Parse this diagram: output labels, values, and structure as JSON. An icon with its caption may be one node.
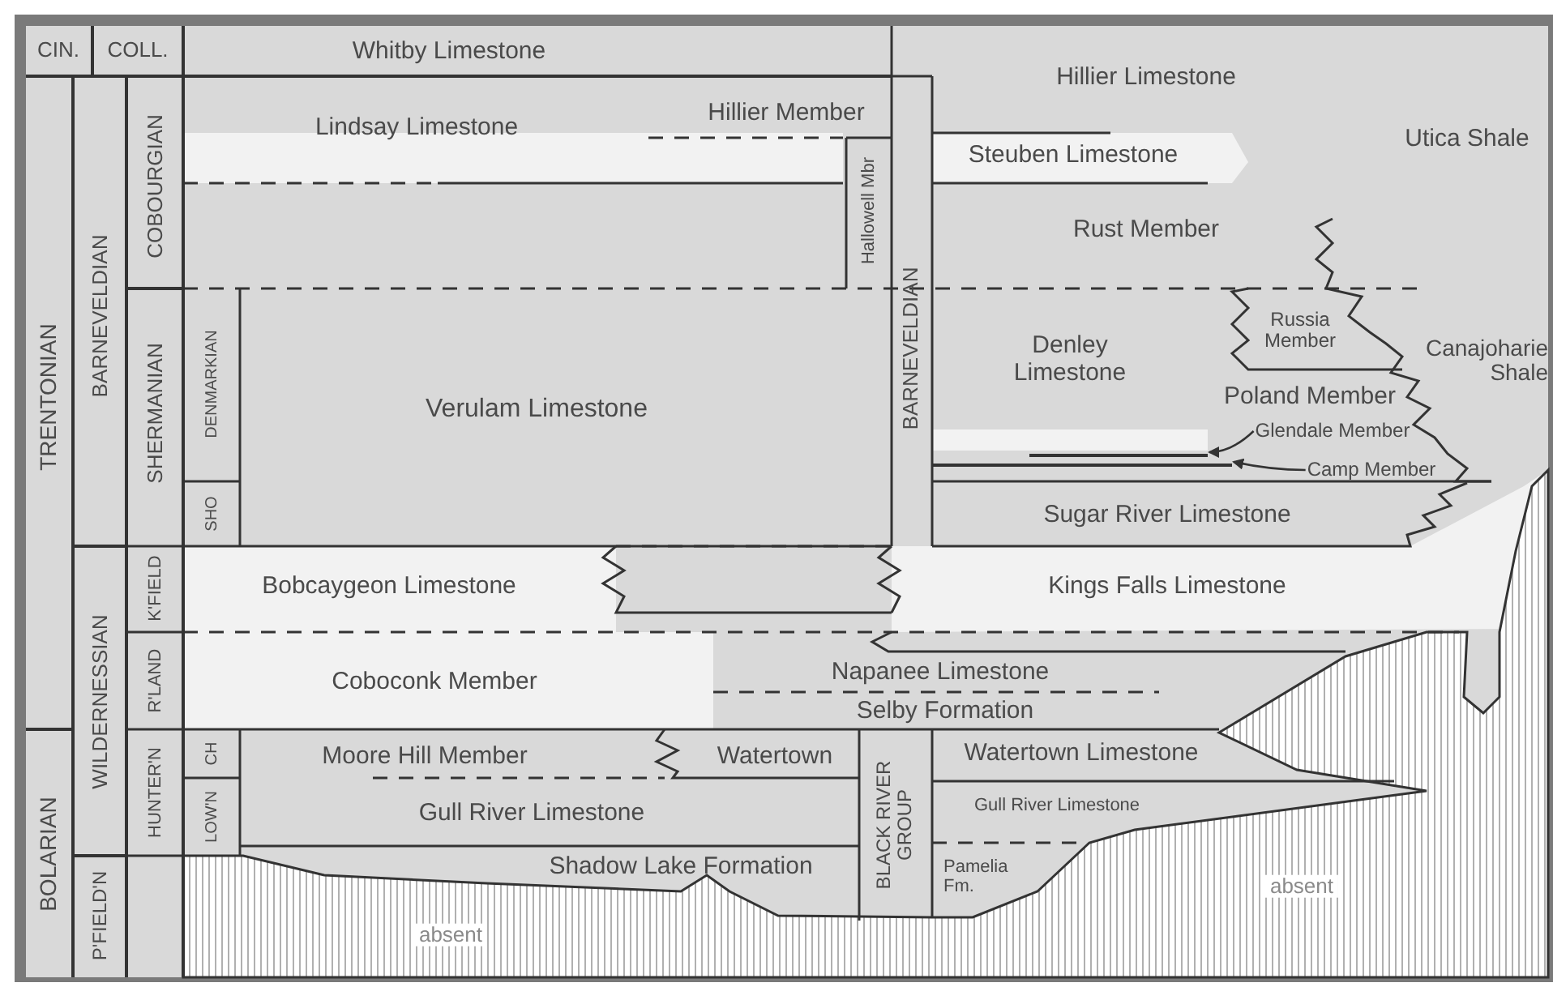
{
  "diagram": {
    "nodes": [
      {
        "text": [
          "Glendale Member"
        ]
      },
      {
        "text": [
          "Camp Member"
        ]
      },
      {
        "text": [],
        "shape": "bar"
      },
      {
        "text": [],
        "shape": "bar"
      }
    ],
    "edges": [
      {
        "from": 0,
        "to": 2,
        "arrow": "to"
      },
      {
        "from": 1,
        "to": 3,
        "arrow": "to"
      }
    ],
    "labels": [
      "CIN.",
      "COLL.",
      "Whitby Limestone",
      "Hillier Limestone",
      "Hillier Member",
      "Lindsay Limestone",
      "Utica Shale",
      "Steuben Limestone",
      "Hallowell Mbr",
      "TRENTONIAN",
      "BARNEVELDIAN",
      "COBOURGIAN",
      "Rust Member",
      "SHERMANIAN",
      "DENMARKIAN",
      "Verulam Limestone",
      "BARNEVELDIAN",
      "Denley Limestone",
      "Russia Member",
      "Canajoharie Shale",
      "Poland Member",
      "SHO",
      "Sugar River Limestone",
      "K'FIELD",
      "Bobcaygeon Limestone",
      "Kings Falls Limestone",
      "WILDERNESSIAN",
      "R'LAND",
      "Coboconk Member",
      "Napanee Limestone",
      "Selby Formation",
      "BOLARIAN",
      "HUNTER'N",
      "CH",
      "Moore Hill Member",
      "Watertown",
      "Watertown Limestone",
      "LOW'N",
      "Gull River Limestone",
      "BLACK RIVER GROUP",
      "Gull River Limestone",
      "Shadow Lake Formation",
      "Pamelia Fm.",
      "P'FIELD'N",
      "absent",
      "absent"
    ]
  }
}
